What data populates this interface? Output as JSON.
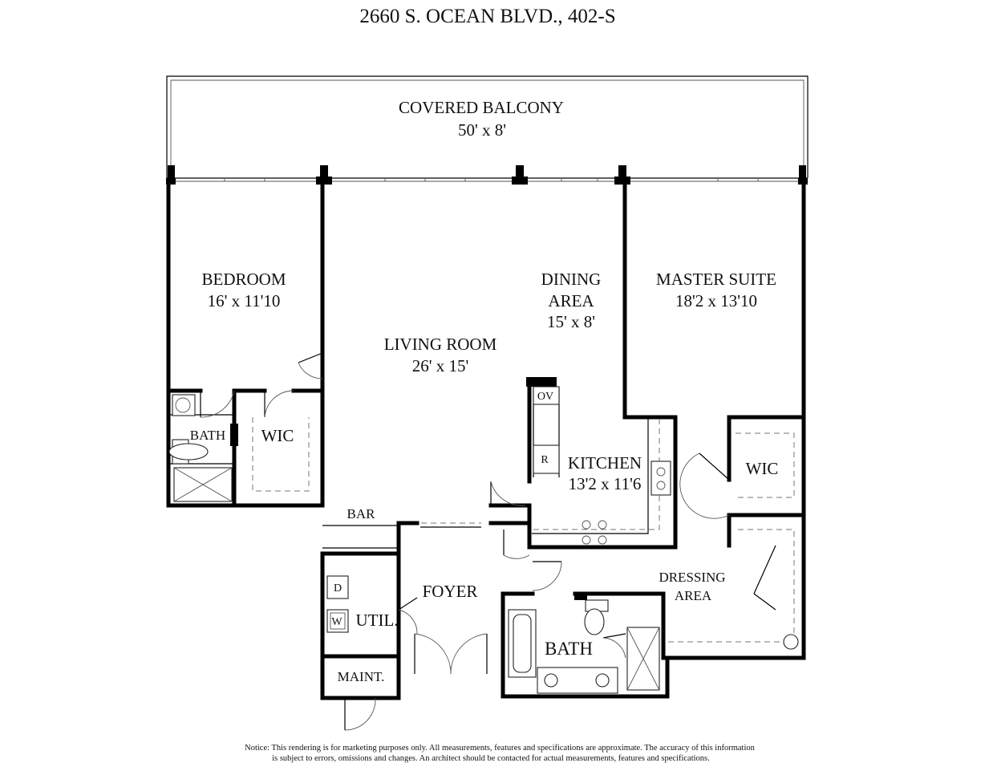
{
  "title": "2660 S. OCEAN BLVD.,  402-S",
  "rooms": {
    "balcony": {
      "name": "COVERED BALCONY",
      "size": "50' x 8'"
    },
    "bedroom": {
      "name": "BEDROOM",
      "size": "16' x 11'10"
    },
    "living": {
      "name": "LIVING ROOM",
      "size": "26' x 15'"
    },
    "dining": {
      "name1": "DINING",
      "name2": "AREA",
      "size": "15' x 8'"
    },
    "master": {
      "name": "MASTER SUITE",
      "size": "18'2 x 13'10"
    },
    "kitchen": {
      "name": "KITCHEN",
      "size": "13'2 x 11'6"
    },
    "bath_left": "BATH",
    "wic_left": "WIC",
    "wic_right": "WIC",
    "bar": "BAR",
    "foyer": "FOYER",
    "util": "UTIL.",
    "maint": "MAINT.",
    "bath_main": "BATH",
    "dressing": {
      "line1": "DRESSING",
      "line2": "AREA"
    }
  },
  "appliances": {
    "oven": "OV",
    "refrigerator": "R",
    "dryer": "D",
    "washer": "W"
  },
  "notice": {
    "line1": "Notice: This rendering is for marketing purposes only. All measurements, features and specifications are approximate. The accuracy of this information",
    "line2": "is subject to errors, omissions and changes. An architect should be contacted for actual measurements, features and specifications."
  }
}
